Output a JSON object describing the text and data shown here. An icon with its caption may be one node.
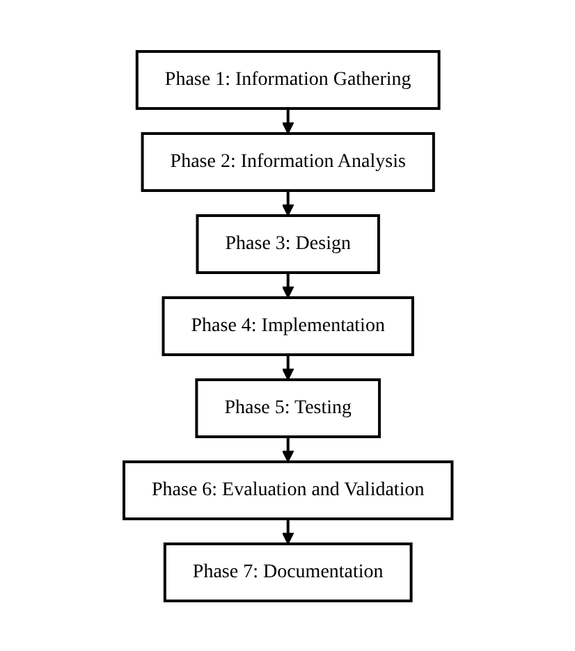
{
  "diagram": {
    "nodes": [
      {
        "text": [
          "Phase 1: Information Gathering"
        ]
      },
      {
        "text": [
          "Phase 2: Information Analysis"
        ]
      },
      {
        "text": [
          "Phase 3: Design"
        ]
      },
      {
        "text": [
          "Phase 4: Implementation"
        ]
      },
      {
        "text": [
          "Phase 5: Testing"
        ]
      },
      {
        "text": [
          "Phase 6: Evaluation and Validation"
        ]
      },
      {
        "text": [
          "Phase 7: Documentation"
        ]
      }
    ],
    "edges": [
      {
        "from": 0,
        "to": 1,
        "arrow": "to"
      },
      {
        "from": 1,
        "to": 2,
        "arrow": "to"
      },
      {
        "from": 2,
        "to": 3,
        "arrow": "to"
      },
      {
        "from": 3,
        "to": 4,
        "arrow": "to"
      },
      {
        "from": 4,
        "to": 5,
        "arrow": "to"
      },
      {
        "from": 5,
        "to": 6,
        "arrow": "to"
      }
    ]
  }
}
